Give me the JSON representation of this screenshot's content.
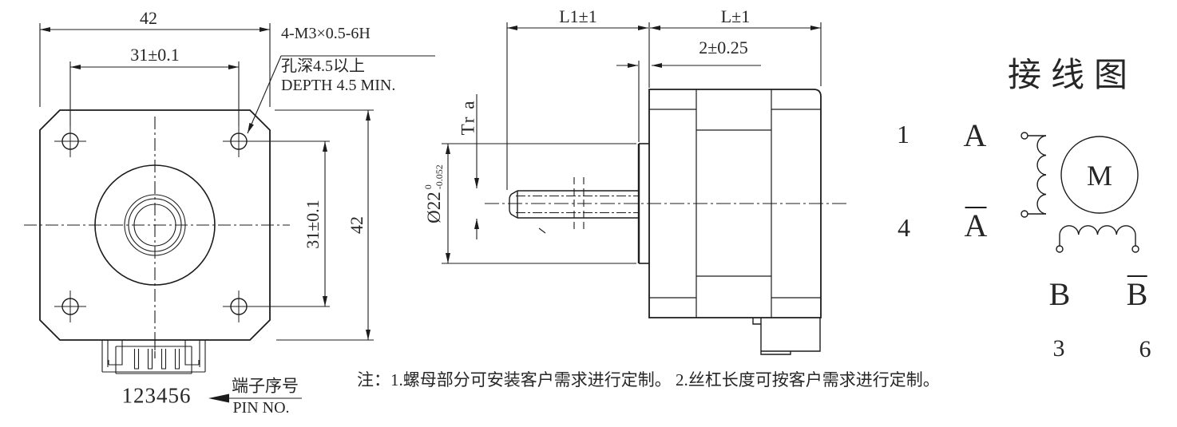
{
  "front_view": {
    "dim_width": "42",
    "dim_hole_pitch_h": "31±0.1",
    "dim_hole_pitch_v": "31±0.1",
    "dim_height": "42",
    "hole_callout_line1": "4-M3×0.5-6H",
    "hole_callout_line2": "孔深4.5以上",
    "hole_callout_line3": "DEPTH 4.5 MIN.",
    "pin_numbers": "123456",
    "pin_label_cn": "端子序号",
    "pin_label_en": "PIN NO."
  },
  "side_view": {
    "dim_screw_length": "L1±1",
    "dim_body_length": "L±1",
    "dim_boss_thickness": "2±0.25",
    "thread_spec": "Tr a",
    "boss_diameter": "Ø22",
    "boss_dia_tol_upper": "0",
    "boss_dia_tol_lower": "-0.052"
  },
  "wiring_diagram": {
    "title": "接线图",
    "pin_1": "1",
    "phase_a": "A",
    "pin_4": "4",
    "phase_a_bar": "A",
    "motor": "M",
    "phase_b": "B",
    "phase_b_bar": "B",
    "pin_3": "3",
    "pin_6": "6"
  },
  "notes": "注：1.螺母部分可安装客户需求进行定制。  2.丝杠长度可按客户需求进行定制。",
  "colors": {
    "line": "#1c1c1c",
    "text": "#262626",
    "background": "#ffffff"
  }
}
